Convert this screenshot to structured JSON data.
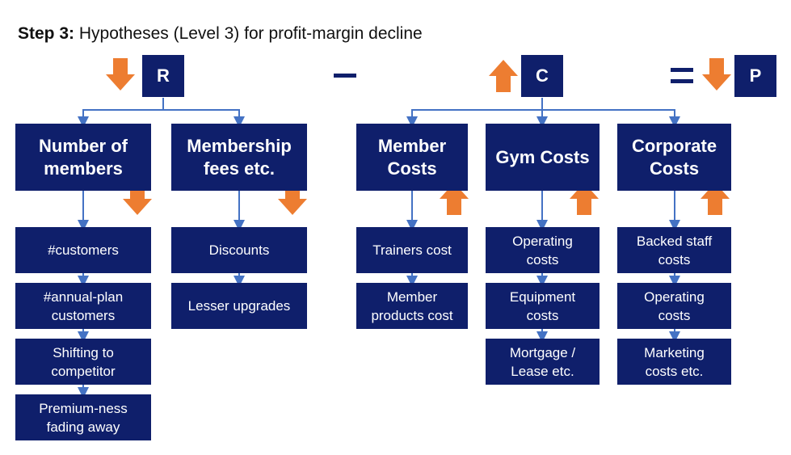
{
  "title": {
    "step": "Step 3:",
    "text": " Hypotheses (Level 3) for profit-margin decline"
  },
  "equation": {
    "revenue": {
      "letter": "R",
      "trend": "down"
    },
    "cost": {
      "letter": "C",
      "trend": "up"
    },
    "profit": {
      "letter": "P",
      "trend": "down"
    },
    "minus": "−",
    "equals": "="
  },
  "revenue_branches": [
    {
      "label": "Number of members",
      "trend": "down",
      "items": [
        "#customers",
        "#annual-plan customers",
        "Shifting to competitor",
        "Premium-ness fading away"
      ]
    },
    {
      "label": "Membership fees etc.",
      "trend": "down",
      "items": [
        "Discounts",
        "Lesser upgrades"
      ]
    }
  ],
  "cost_branches": [
    {
      "label": "Member Costs",
      "trend": "up",
      "items": [
        "Trainers cost",
        "Member products cost"
      ]
    },
    {
      "label": "Gym Costs",
      "trend": "up",
      "items": [
        "Operating costs",
        "Equipment costs",
        "Mortgage / Lease etc."
      ]
    },
    {
      "label": "Corporate Costs",
      "trend": "up",
      "items": [
        "Backed staff costs",
        "Operating costs",
        "Marketing costs etc."
      ]
    }
  ],
  "colors": {
    "box": "#0f1f6b",
    "connector": "#4472c4",
    "arrow": "#ed7d31"
  }
}
